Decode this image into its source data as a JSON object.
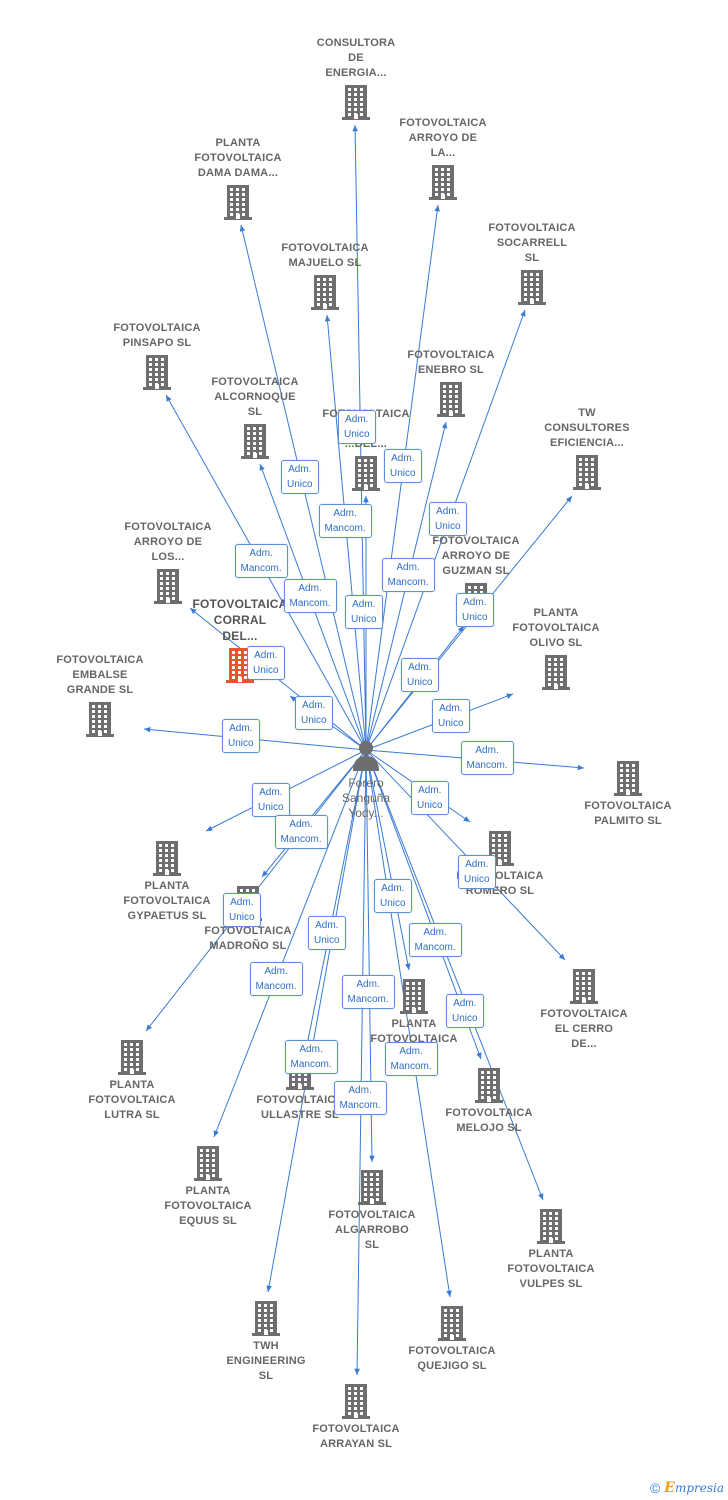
{
  "center": {
    "label": "Forero\nSanguña\nYody..."
  },
  "colors": {
    "edge": "#3a7bd5",
    "building": "#6e6e6e",
    "main_building": "#e8542c",
    "badge_border": "#5b8fd9"
  },
  "nodes": [
    {
      "id": "consultora",
      "label": "CONSULTORA\nDE\nENERGIA...",
      "layout": "above"
    },
    {
      "id": "dama",
      "label": "PLANTA\nFOTOVOLTAICA\nDAMA DAMA...",
      "layout": "above"
    },
    {
      "id": "arroyo_la",
      "label": "FOTOVOLTAICA\nARROYO DE\nLA...",
      "layout": "above"
    },
    {
      "id": "socarrell",
      "label": "FOTOVOLTAICA\nSOCARRELL\nSL",
      "layout": "above"
    },
    {
      "id": "majuelo",
      "label": "FOTOVOLTAICA\nMAJUELO  SL",
      "layout": "above"
    },
    {
      "id": "pinsapo",
      "label": "FOTOVOLTAICA\nPINSAPO  SL",
      "layout": "above"
    },
    {
      "id": "enebro",
      "label": "FOTOVOLTAICA\nENEBRO  SL",
      "layout": "above"
    },
    {
      "id": "alcornoque",
      "label": "FOTOVOLTAICA\nALCORNOQUE\nSL",
      "layout": "above"
    },
    {
      "id": "hidden",
      "label": "FOTOVOLTAICA\n...O\n...DEL...",
      "layout": "above"
    },
    {
      "id": "tw",
      "label": "TW\nCONSULTORES\nEFICIENCIA...",
      "layout": "above"
    },
    {
      "id": "arroyo_los",
      "label": "FOTOVOLTAICA\nARROYO DE\nLOS...",
      "layout": "above"
    },
    {
      "id": "guzman",
      "label": "FOTOVOLTAICA\nARROYO DE\nGUZMAN  SL",
      "layout": "above"
    },
    {
      "id": "corral",
      "label": "FOTOVOLTAICA\nCORRAL\nDEL...",
      "layout": "above",
      "main": true
    },
    {
      "id": "olivo",
      "label": "PLANTA\nFOTOVOLTAICA\nOLIVO  SL",
      "layout": "above"
    },
    {
      "id": "embalse",
      "label": "FOTOVOLTAICA\nEMBALSE\nGRANDE  SL",
      "layout": "above"
    },
    {
      "id": "palmito",
      "label": "FOTOVOLTAICA\nPALMITO  SL",
      "layout": "below"
    },
    {
      "id": "romero",
      "label": "FOTOVOLTAICA\nROMERO  SL",
      "layout": "below"
    },
    {
      "id": "gypaetus",
      "label": "PLANTA\nFOTOVOLTAICA\nGYPAETUS  SL",
      "layout": "below"
    },
    {
      "id": "madrono",
      "label": "FOTOVOLTAICA\nMADROÑO  SL",
      "layout": "below"
    },
    {
      "id": "el_cerro",
      "label": "FOTOVOLTAICA\nEL CERRO\nDE...",
      "layout": "below"
    },
    {
      "id": "planta_l",
      "label": "PLANTA\nFOTOVOLTAICA\nL...  SL",
      "layout": "below"
    },
    {
      "id": "lutra",
      "label": "PLANTA\nFOTOVOLTAICA\nLUTRA  SL",
      "layout": "below"
    },
    {
      "id": "ullastre",
      "label": "FOTOVOLTAICA\nULLASTRE  SL",
      "layout": "below"
    },
    {
      "id": "melojo",
      "label": "FOTOVOLTAICA\nMELOJO  SL",
      "layout": "below"
    },
    {
      "id": "equus",
      "label": "PLANTA\nFOTOVOLTAICA\nEQUUS  SL",
      "layout": "below"
    },
    {
      "id": "algarrobo",
      "label": "FOTOVOLTAICA\nALGARROBO\nSL",
      "layout": "below"
    },
    {
      "id": "vulpes",
      "label": "PLANTA\nFOTOVOLTAICA\nVULPES  SL",
      "layout": "below"
    },
    {
      "id": "twh",
      "label": "TWH\nENGINEERING\nSL",
      "layout": "below"
    },
    {
      "id": "quejigo",
      "label": "FOTOVOLTAICA\nQUEJIGO  SL",
      "layout": "below"
    },
    {
      "id": "arrayan",
      "label": "FOTOVOLTAICA\nARRAYAN  SL",
      "layout": "below"
    }
  ],
  "edges": [
    {
      "to": "consultora",
      "role": "Adm.\nUnico"
    },
    {
      "to": "dama",
      "role": "Adm.\nUnico"
    },
    {
      "to": "arroyo_la",
      "role": "Adm.\nUnico"
    },
    {
      "to": "socarrell",
      "role": "Adm.\nUnico"
    },
    {
      "to": "majuelo",
      "role": "Adm.\nMancom."
    },
    {
      "to": "pinsapo",
      "role": "Adm.\nMancom."
    },
    {
      "to": "enebro",
      "role": "Adm.\nMancom."
    },
    {
      "to": "alcornoque",
      "role": "Adm.\nMancom."
    },
    {
      "to": "hidden",
      "role": "Adm.\nUnico"
    },
    {
      "to": "tw",
      "role": "Adm.\nUnico"
    },
    {
      "to": "arroyo_los",
      "role": "Adm.\nUnico"
    },
    {
      "to": "guzman",
      "role": "Adm.\nUnico"
    },
    {
      "to": "corral",
      "role": "Adm.\nUnico"
    },
    {
      "to": "olivo",
      "role": "Adm.\nUnico"
    },
    {
      "to": "embalse",
      "role": "Adm.\nUnico"
    },
    {
      "to": "palmito",
      "role": "Adm.\nMancom."
    },
    {
      "to": "romero",
      "role": "Adm.\nUnico"
    },
    {
      "to": "gypaetus",
      "role": "Adm.\nUnico"
    },
    {
      "to": "madrono",
      "role": "Adm.\nMancom."
    },
    {
      "to": "el_cerro",
      "role": "Adm.\nUnico"
    },
    {
      "to": "planta_l",
      "role": "Adm.\nUnico"
    },
    {
      "to": "lutra",
      "role": "Adm.\nUnico"
    },
    {
      "to": "ullastre",
      "role": "Adm.\nUnico"
    },
    {
      "to": "melojo",
      "role": "Adm.\nMancom."
    },
    {
      "to": "equus",
      "role": "Adm.\nMancom."
    },
    {
      "to": "algarrobo",
      "role": "Adm.\nMancom."
    },
    {
      "to": "vulpes",
      "role": "Adm.\nUnico"
    },
    {
      "to": "twh",
      "role": "Adm.\nMancom."
    },
    {
      "to": "quejigo",
      "role": "Adm.\nMancom."
    },
    {
      "to": "arrayan",
      "role": "Adm.\nMancom."
    }
  ],
  "footer": {
    "copyright": "©",
    "brand_initial": "E",
    "brand_rest": "mpresia"
  }
}
